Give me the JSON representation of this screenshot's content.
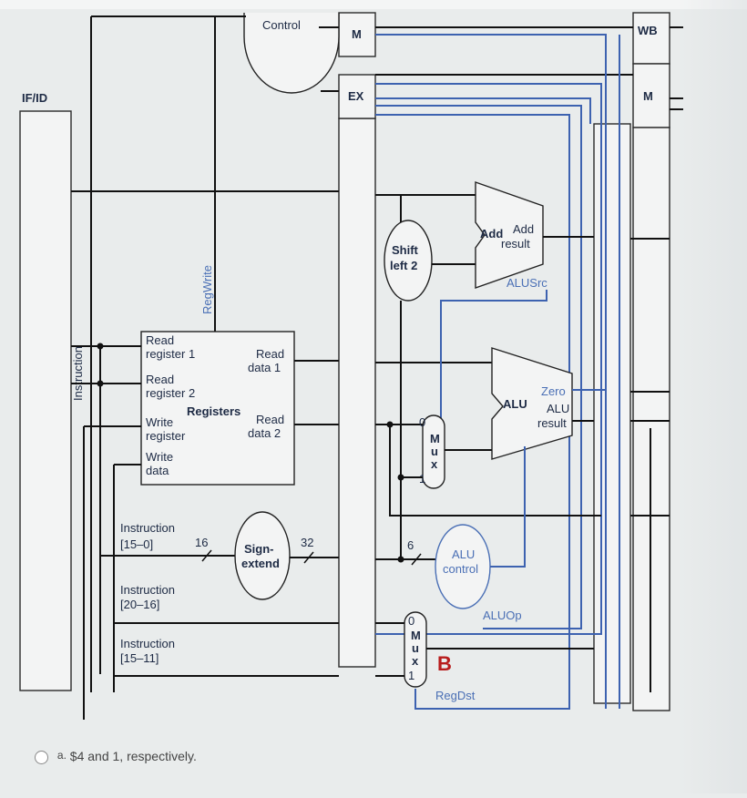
{
  "pipeline": {
    "if_id": "IF/ID",
    "wb": "WB",
    "m_left": "M",
    "m_right": "M",
    "ex": "EX"
  },
  "control": {
    "label": "Control"
  },
  "registers": {
    "title": "Registers",
    "read_register_1": [
      "Read",
      "register 1"
    ],
    "read_register_2": [
      "Read",
      "register 2"
    ],
    "write_register": [
      "Write",
      "register"
    ],
    "write_data": [
      "Write",
      "data"
    ],
    "read_data_1": [
      "Read",
      "data 1"
    ],
    "read_data_2": [
      "Read",
      "data 2"
    ]
  },
  "signals": {
    "regwrite": "RegWrite",
    "instruction": "Instruction",
    "alusrc": "ALUSrc",
    "aluop": "ALUOp",
    "regdst": "RegDst"
  },
  "shift": [
    "Shift",
    "left 2"
  ],
  "add": {
    "label": "Add",
    "result": [
      "Add",
      "result"
    ]
  },
  "alu": {
    "label": "ALU",
    "zero": "Zero",
    "result": [
      "ALU",
      "result"
    ]
  },
  "alu_control": [
    "ALU",
    "control"
  ],
  "sign_extend": [
    "Sign-",
    "extend"
  ],
  "bus_widths": {
    "in": "16",
    "out": "32",
    "funct": "6"
  },
  "instruction_fields": {
    "f1": [
      "Instruction",
      "[15–0]"
    ],
    "f2": [
      "Instruction",
      "[20–16]"
    ],
    "f3": [
      "Instruction",
      "[15–11]"
    ]
  },
  "mux": {
    "letters": [
      "M",
      "u",
      "x"
    ],
    "zero": "0",
    "one": "1"
  },
  "marker_b": "B",
  "answer": {
    "prefix": "a.",
    "text": "$4 and 1, respectively."
  },
  "colors": {
    "wire": "#111111",
    "control_wire": "#3d62b0",
    "marker": "#b81c1c"
  }
}
